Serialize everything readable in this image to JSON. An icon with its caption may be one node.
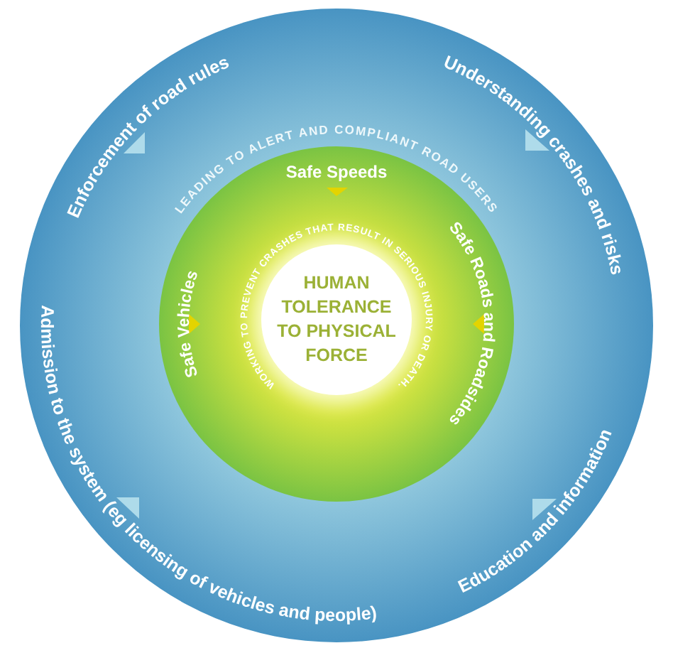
{
  "diagram": {
    "nodes": [
      {
        "text": [
          "Enforcement of road rules",
          "Understanding crashes and risks",
          "Education and information"
        ]
      },
      {
        "text": [
          "Safe Speeds",
          "Safe Vehicles",
          "Safe Roads and Roadsides"
        ],
        "in": 0
      },
      {
        "text": [
          "HUMAN TOLERANCE TO PHYSICAL FORCE"
        ],
        "in": 1
      }
    ],
    "labels": [
      "LEADING TO ALERT AND COMPLIANT ROAD USERS",
      "WORKING TO PREVENT CRASHES THAT RESULT IN SERIOUS INJURY OR DEATH.",
      "Admission to the system (eg licensing of vehicles and people)"
    ]
  }
}
